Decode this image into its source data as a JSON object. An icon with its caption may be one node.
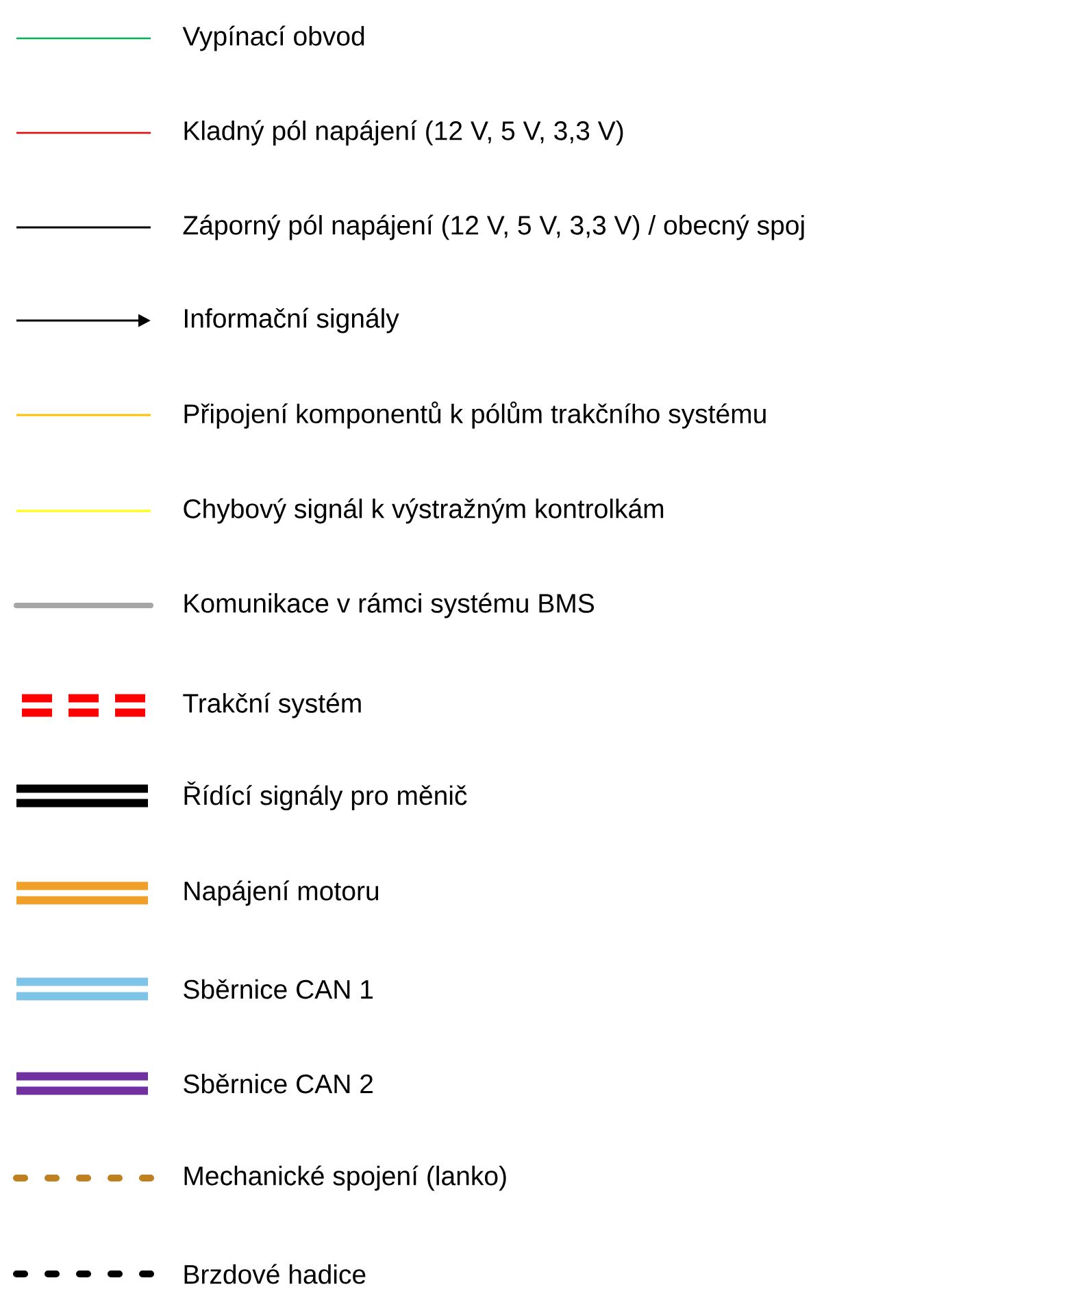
{
  "diagram": {
    "legend": [
      {
        "text": "Vypínací obvod"
      },
      {
        "text": "Kladný pól napájení (12 V, 5 V, 3,3 V)"
      },
      {
        "text": "Záporný pól napájení (12 V, 5 V, 3,3 V) / obecný spoj"
      },
      {
        "text": "Informační signály"
      },
      {
        "text": "Připojení komponentů k pólům trakčního systému"
      },
      {
        "text": "Chybový signál k výstražným kontrolkám"
      },
      {
        "text": "Komunikace v rámci systému BMS"
      },
      {
        "text": "Trakční systém"
      },
      {
        "text": "Řídící signály pro měnič"
      },
      {
        "text": "Napájení motoru"
      },
      {
        "text": "Sběrnice CAN 1"
      },
      {
        "text": "Sběrnice CAN 2"
      },
      {
        "text": "Mechanické spojení (lanko)"
      },
      {
        "text": "Brzdové hadice"
      }
    ]
  }
}
